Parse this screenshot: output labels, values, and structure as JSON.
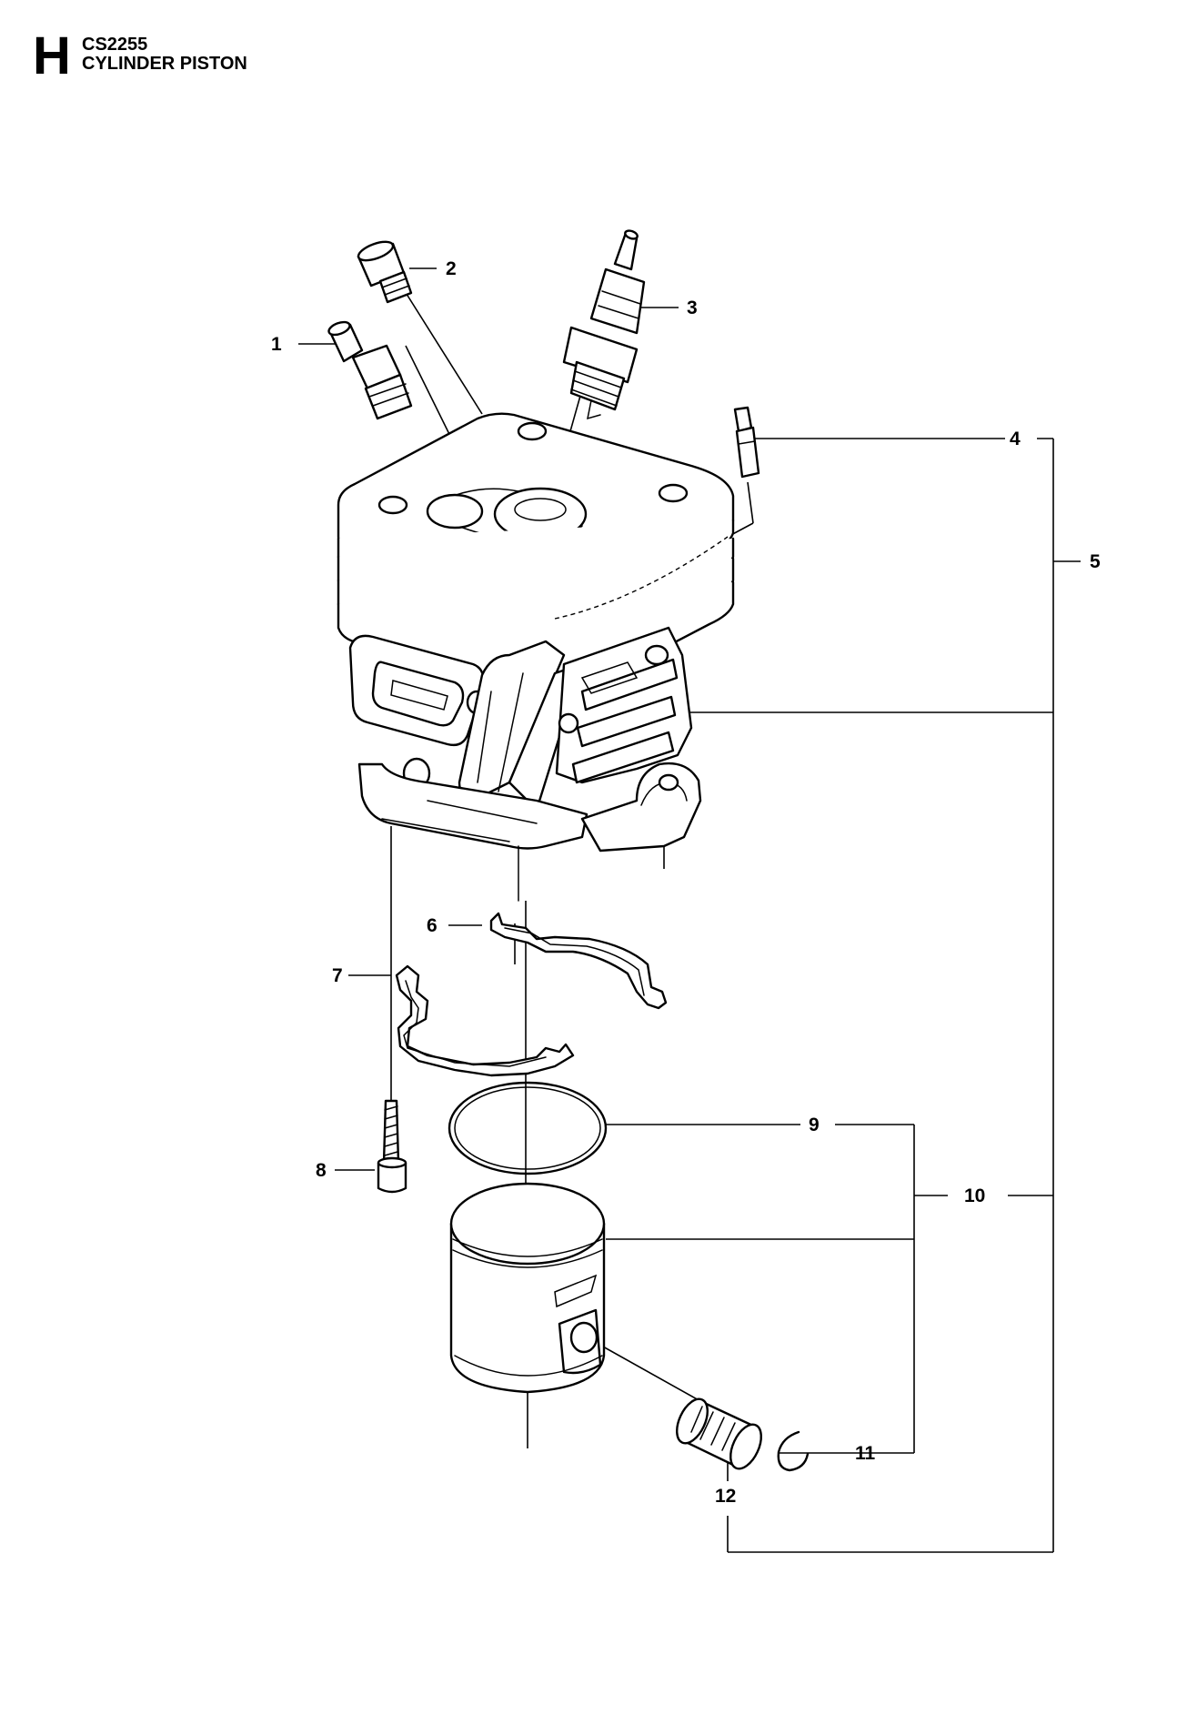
{
  "header": {
    "section_letter": "H",
    "model_code": "CS2255",
    "title": "CYLINDER PISTON"
  },
  "callouts": [
    "1",
    "2",
    "3",
    "4",
    "5",
    "6",
    "7",
    "8",
    "9",
    "10",
    "11",
    "12"
  ]
}
